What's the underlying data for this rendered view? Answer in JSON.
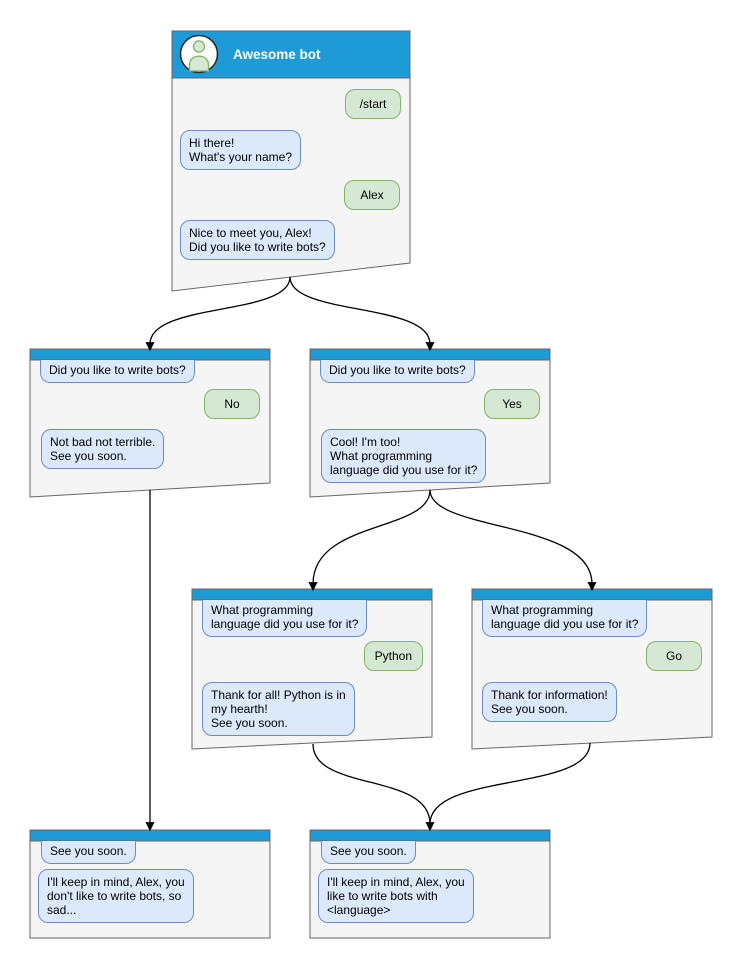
{
  "app": {
    "title": "Awesome bot"
  },
  "colors": {
    "header_blue": "#1E9BD7",
    "window_fill": "#F5F5F5",
    "window_border": "#666666",
    "bot_bubble_fill": "#DBE9FB",
    "bot_bubble_border": "#6C8EBF",
    "user_bubble_fill": "#D5E8D4",
    "user_bubble_border": "#82B366",
    "arrow_color": "#000000"
  },
  "windows": [
    {
      "name": "main-chat",
      "title": "Awesome bot",
      "bubbles": [
        {
          "from": "user",
          "text": "/start"
        },
        {
          "from": "bot",
          "text": "Hi there!\nWhat's your name?"
        },
        {
          "from": "user",
          "text": "Alex"
        },
        {
          "from": "bot",
          "text": "Nice to meet you, Alex!\nDid you like to write bots?"
        }
      ]
    },
    {
      "name": "branch-no",
      "bubbles": [
        {
          "from": "bot",
          "text": "Did you like to write bots?"
        },
        {
          "from": "user",
          "text": "No"
        },
        {
          "from": "bot",
          "text": "Not bad not terrible.\nSee you soon."
        }
      ]
    },
    {
      "name": "branch-yes",
      "bubbles": [
        {
          "from": "bot",
          "text": "Did you like to write bots?"
        },
        {
          "from": "user",
          "text": "Yes"
        },
        {
          "from": "bot",
          "text": "Cool! I'm too!\nWhat programming\nlanguage did you use for it?"
        }
      ]
    },
    {
      "name": "branch-python",
      "bubbles": [
        {
          "from": "bot",
          "text": "What programming\nlanguage did you use for it?"
        },
        {
          "from": "user",
          "text": "Python"
        },
        {
          "from": "bot",
          "text": "Thank for all! Python is in\nmy hearth!\nSee you soon."
        }
      ]
    },
    {
      "name": "branch-go",
      "bubbles": [
        {
          "from": "bot",
          "text": "What programming\nlanguage did you use for it?"
        },
        {
          "from": "user",
          "text": "Go"
        },
        {
          "from": "bot",
          "text": "Thank for information!\nSee you soon."
        }
      ]
    },
    {
      "name": "end-no",
      "bubbles": [
        {
          "from": "bot",
          "text": "See you soon."
        },
        {
          "from": "bot",
          "text": "I'll keep in mind, Alex, you\ndon't like to write bots, so\nsad..."
        }
      ]
    },
    {
      "name": "end-yes",
      "bubbles": [
        {
          "from": "bot",
          "text": "See you soon."
        },
        {
          "from": "bot",
          "text": "I'll keep in mind, Alex, you\nlike to write bots with\n<language>"
        }
      ]
    }
  ]
}
